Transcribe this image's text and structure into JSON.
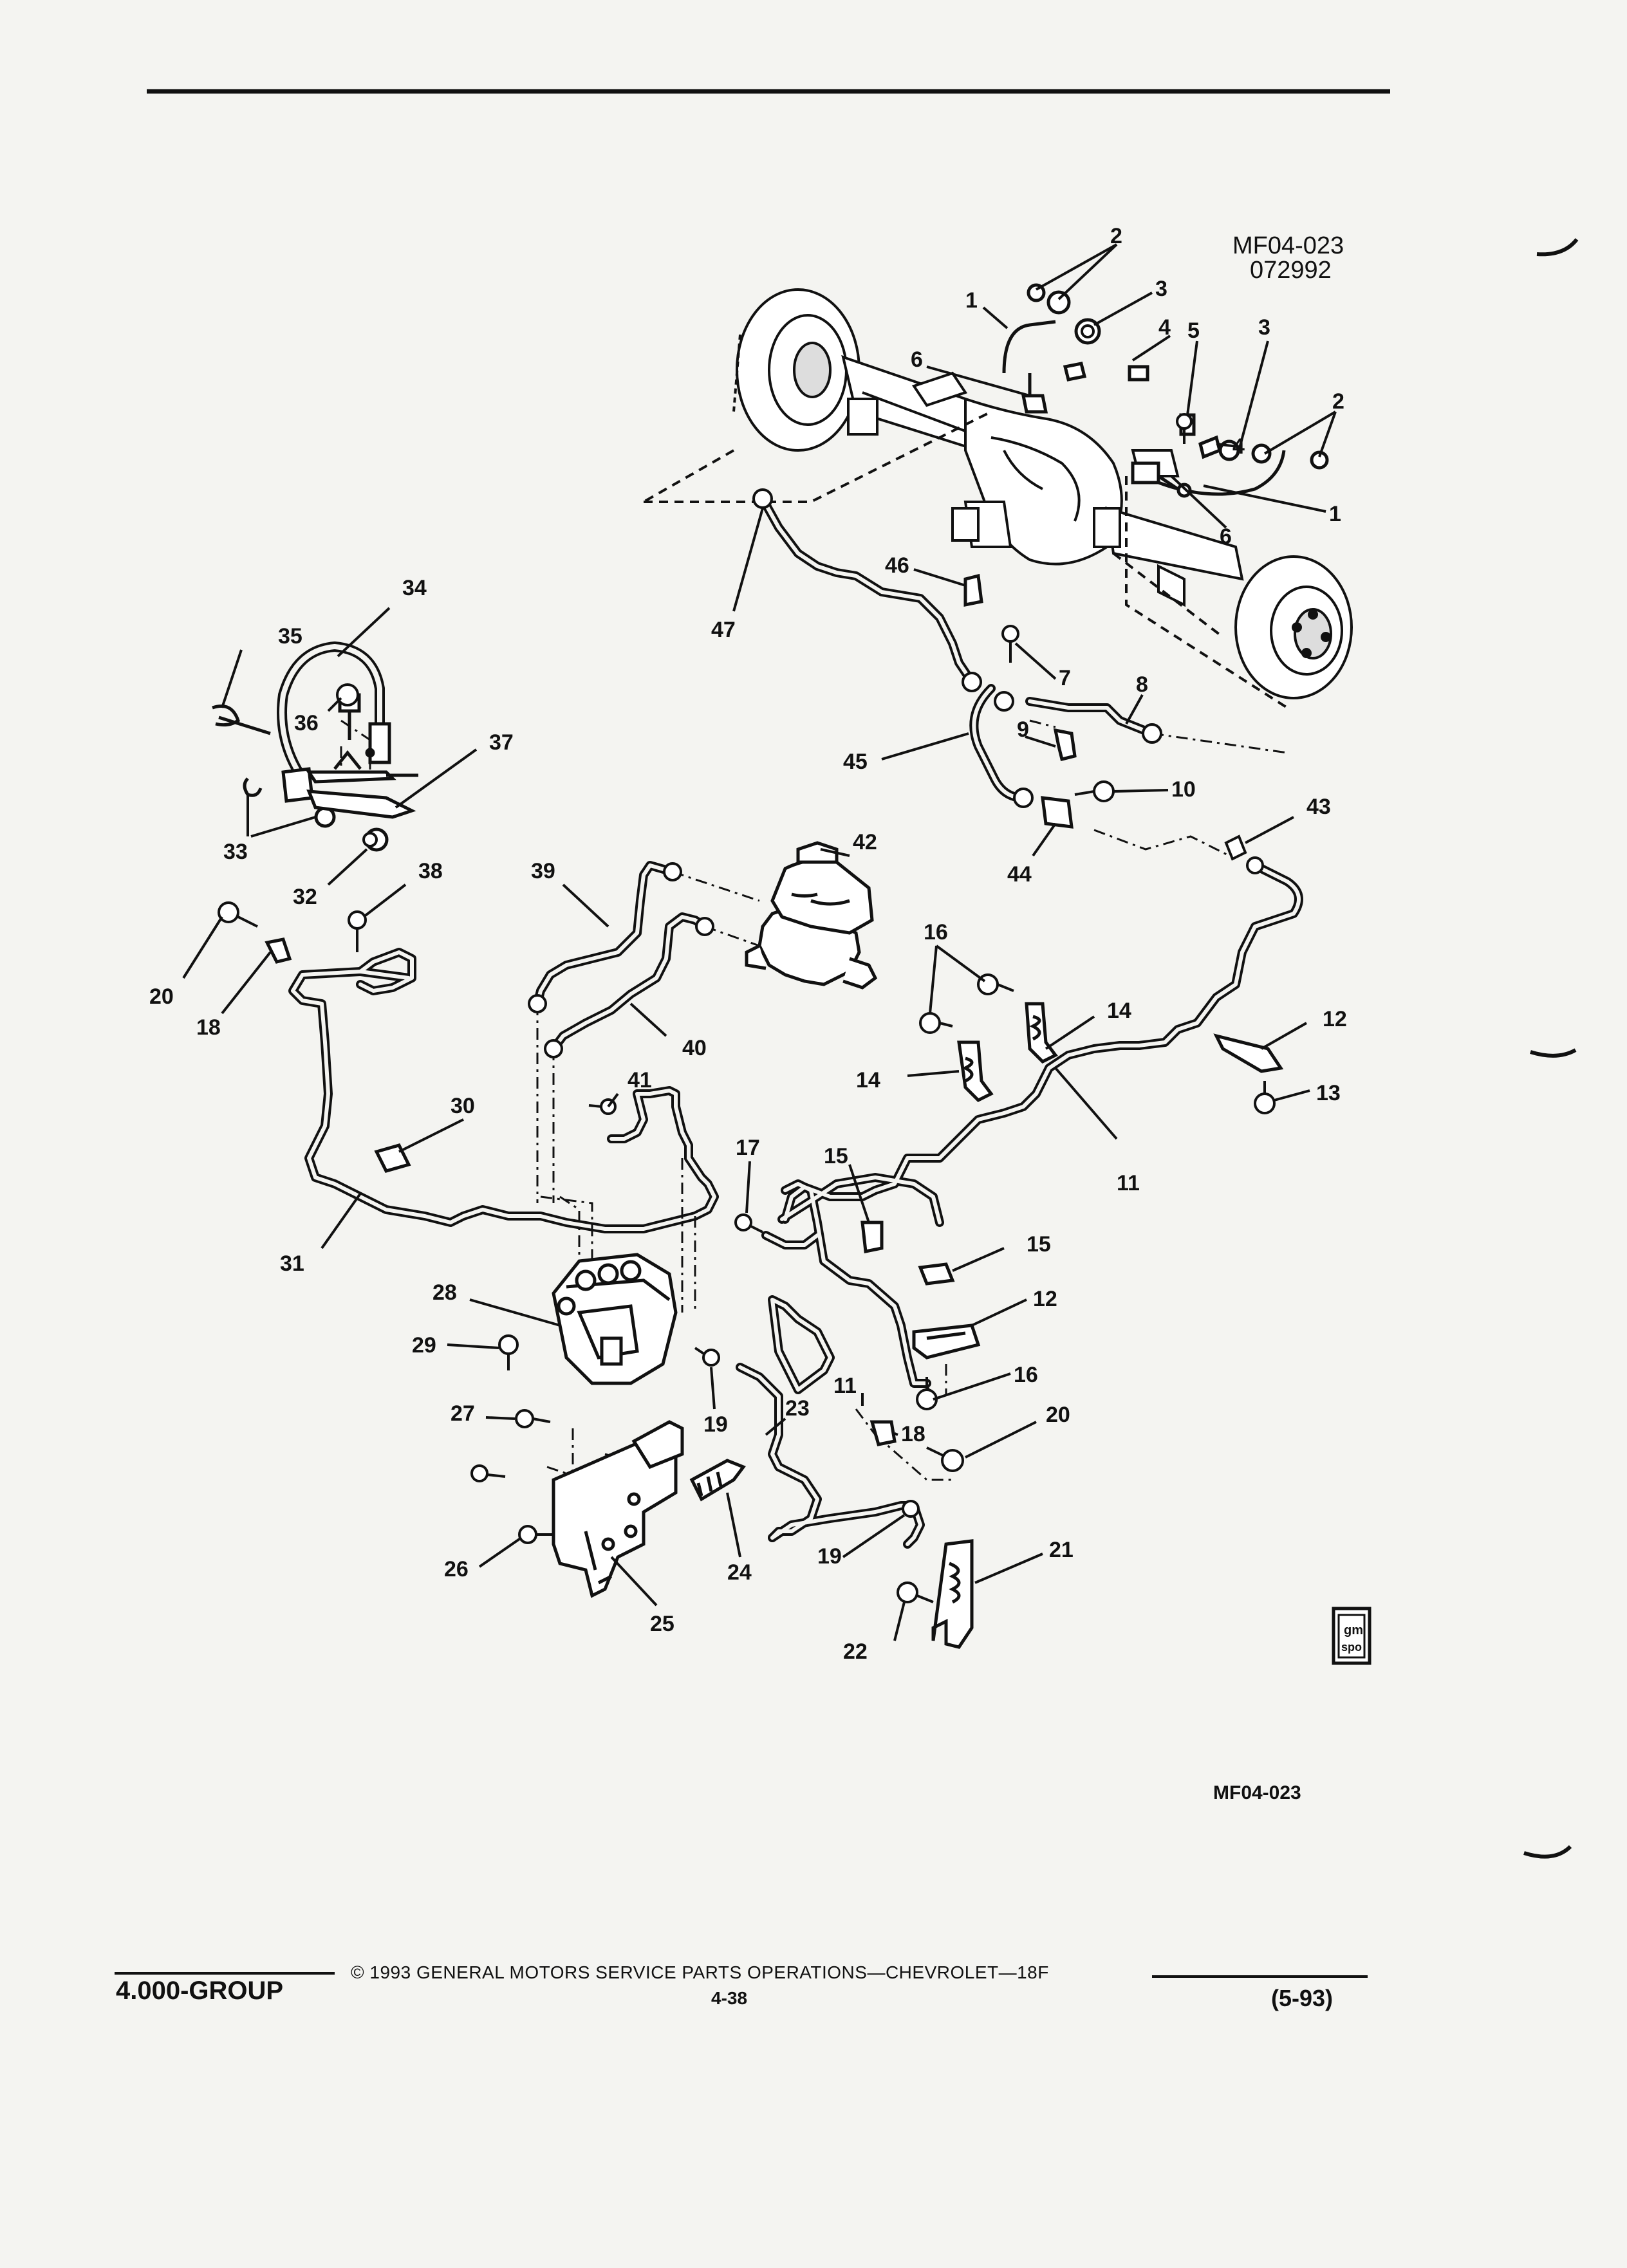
{
  "header": {
    "code": "MF04-023",
    "date": "072992"
  },
  "figure": {
    "id": "MF04-023",
    "callouts": [
      {
        "n": "1"
      },
      {
        "n": "2"
      },
      {
        "n": "3"
      },
      {
        "n": "4"
      },
      {
        "n": "5"
      },
      {
        "n": "6"
      },
      {
        "n": "3"
      },
      {
        "n": "2"
      },
      {
        "n": "4"
      },
      {
        "n": "1"
      },
      {
        "n": "6"
      },
      {
        "n": "7"
      },
      {
        "n": "8"
      },
      {
        "n": "9"
      },
      {
        "n": "10"
      },
      {
        "n": "43"
      },
      {
        "n": "44"
      },
      {
        "n": "45"
      },
      {
        "n": "46"
      },
      {
        "n": "47"
      },
      {
        "n": "34"
      },
      {
        "n": "35"
      },
      {
        "n": "36"
      },
      {
        "n": "37"
      },
      {
        "n": "33"
      },
      {
        "n": "32"
      },
      {
        "n": "38"
      },
      {
        "n": "20"
      },
      {
        "n": "18"
      },
      {
        "n": "39"
      },
      {
        "n": "42"
      },
      {
        "n": "40"
      },
      {
        "n": "41"
      },
      {
        "n": "16"
      },
      {
        "n": "14"
      },
      {
        "n": "14"
      },
      {
        "n": "12"
      },
      {
        "n": "13"
      },
      {
        "n": "11"
      },
      {
        "n": "30"
      },
      {
        "n": "31"
      },
      {
        "n": "17"
      },
      {
        "n": "15"
      },
      {
        "n": "15"
      },
      {
        "n": "28"
      },
      {
        "n": "29"
      },
      {
        "n": "12"
      },
      {
        "n": "16"
      },
      {
        "n": "11"
      },
      {
        "n": "19"
      },
      {
        "n": "23"
      },
      {
        "n": "18"
      },
      {
        "n": "20"
      },
      {
        "n": "27"
      },
      {
        "n": "24"
      },
      {
        "n": "19"
      },
      {
        "n": "26"
      },
      {
        "n": "21"
      },
      {
        "n": "25"
      },
      {
        "n": "22"
      }
    ]
  },
  "footer": {
    "group": "4.000-GROUP",
    "copyright": "© 1993 GENERAL MOTORS SERVICE PARTS OPERATIONS—CHEVROLET—18F",
    "page": "4-38",
    "revision": "(5-93)"
  },
  "logo": {
    "text_top": "gm",
    "text_bottom": "spo"
  }
}
